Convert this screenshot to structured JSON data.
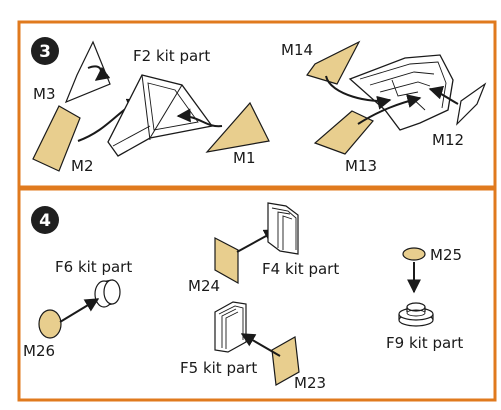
{
  "colors": {
    "frame": "#E07A1E",
    "tan": "#E8CE8E",
    "tan_stroke": "#1a1a1a",
    "ink": "#1a1a1a",
    "step_badge": "#1f1f1f"
  },
  "step3": {
    "number": "3",
    "labels": {
      "f2": "F2 kit part",
      "m3": "M3",
      "m2": "M2",
      "m1": "M1",
      "m14": "M14",
      "m13": "M13",
      "m12": "M12"
    }
  },
  "step4": {
    "number": "4",
    "labels": {
      "f6": "F6 kit part",
      "m26": "M26",
      "m24": "M24",
      "f4": "F4 kit part",
      "f5": "F5 kit part",
      "m23": "M23",
      "m25": "M25",
      "f9": "F9 kit part"
    }
  }
}
